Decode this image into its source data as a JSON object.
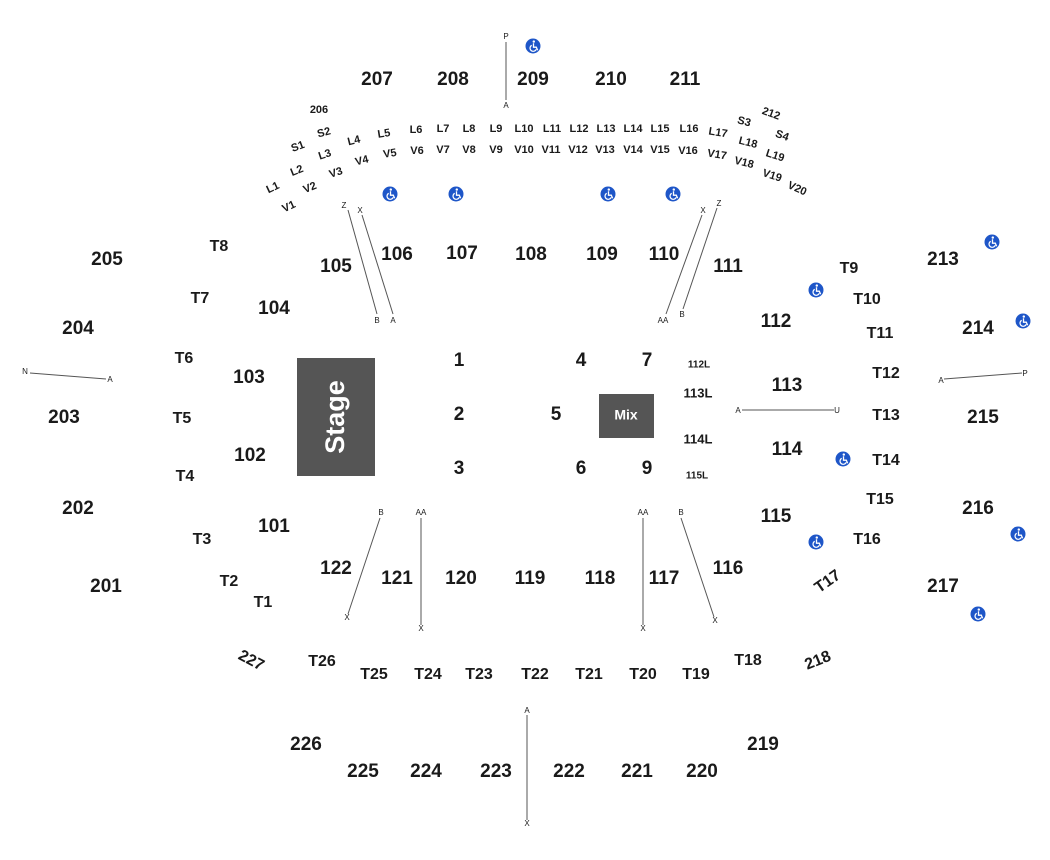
{
  "colors": {
    "background": "#ffffff",
    "stage": "#555555",
    "mix": "#555555",
    "section_text": "#1a1a1a",
    "accessibility": "#1e56c8",
    "aisle_line": "#555555"
  },
  "stage_label": "Stage",
  "mix_label": "Mix",
  "accessibility_icon": "wheelchair-icon",
  "floor_sections": [
    "1",
    "2",
    "3",
    "4",
    "5",
    "6",
    "7",
    "9"
  ],
  "lower_sections": [
    "101",
    "102",
    "103",
    "104",
    "105",
    "106",
    "107",
    "108",
    "109",
    "110",
    "111",
    "112",
    "113",
    "114",
    "115",
    "116",
    "117",
    "118",
    "119",
    "120",
    "121",
    "122"
  ],
  "lower_l_sections": [
    "112L",
    "113L",
    "114L",
    "115L"
  ],
  "upper_sections": [
    "201",
    "202",
    "203",
    "204",
    "205",
    "206",
    "207",
    "208",
    "209",
    "210",
    "211",
    "212",
    "213",
    "214",
    "215",
    "216",
    "217",
    "218",
    "219",
    "220",
    "221",
    "222",
    "223",
    "224",
    "225",
    "226",
    "227"
  ],
  "t_sections": [
    "T1",
    "T2",
    "T3",
    "T4",
    "T5",
    "T6",
    "T7",
    "T8",
    "T9",
    "T10",
    "T11",
    "T12",
    "T13",
    "T14",
    "T15",
    "T16",
    "T17",
    "T18",
    "T19",
    "T20",
    "T21",
    "T22",
    "T23",
    "T24",
    "T25",
    "T26"
  ],
  "l_sections": [
    "L1",
    "L2",
    "L3",
    "L4",
    "L5",
    "L6",
    "L7",
    "L8",
    "L9",
    "L10",
    "L11",
    "L12",
    "L13",
    "L14",
    "L15",
    "L16",
    "L17",
    "L18",
    "L19"
  ],
  "v_sections": [
    "V1",
    "V2",
    "V3",
    "V4",
    "V5",
    "V6",
    "V7",
    "V8",
    "V9",
    "V10",
    "V11",
    "V12",
    "V13",
    "V14",
    "V15",
    "V16",
    "V17",
    "V18",
    "V19",
    "V20"
  ],
  "s_sections": [
    "S1",
    "S2",
    "S3",
    "S4"
  ],
  "aisle_labels": {
    "row_a": "A",
    "row_b": "B",
    "row_aa": "AA",
    "row_n": "N",
    "row_p": "P",
    "row_u": "U",
    "row_x": "X",
    "row_z": "Z"
  }
}
